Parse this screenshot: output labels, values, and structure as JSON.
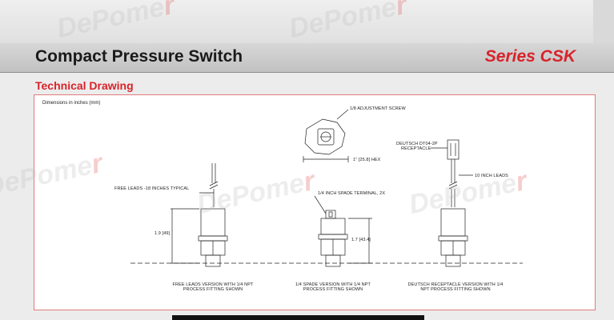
{
  "header": {
    "title": "Compact Pressure Switch",
    "series": "Series CSK"
  },
  "section": {
    "title": "Technical Drawing"
  },
  "drawing": {
    "dimensions_note": "Dimensions in inches (mm)",
    "labels": {
      "adjustment_screw": "1/8 ADJUSTMENT SCREW",
      "hex": "1\" [25.8] HEX",
      "free_leads": "FREE LEADS -18 INCHES TYPICAL",
      "spade_terminal": "1/4 INCH SPADE TERMINAL, 2X",
      "deutsch_receptacle_1": "DEUTSCH DT04-2P",
      "deutsch_receptacle_2": "RECEPTACLE",
      "ten_inch_leads": "10 INCH LEADS",
      "height_free_leads": "1.9 [49]",
      "height_spade": "1.7 [43.4]"
    },
    "captions": [
      "FREE LEADS VERSION WITH 1/4 NPT PROCESS FITTING SHOWN",
      "1/4 SPADE VERSION WITH 1/4 NPT PROCESS FITTING SHOWN",
      "DEUTSCH RECEPTACLE VERSION WITH 1/4 NPT PROCESS FITTING SHOWN"
    ]
  },
  "watermark": {
    "text_main": "DePome",
    "text_accent": "r"
  }
}
